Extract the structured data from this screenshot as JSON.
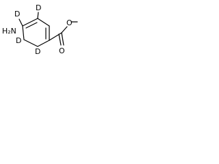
{
  "structure": {
    "labels": {
      "d_top_left": "D",
      "d_top_right": "D",
      "amine": "H₂N",
      "d_ring_left": "D",
      "d_bottom": "D",
      "ester_oxygen": "O",
      "carbonyl_oxygen": "O"
    },
    "colors": {
      "ink": "#000000",
      "background": "#ffffff"
    }
  }
}
